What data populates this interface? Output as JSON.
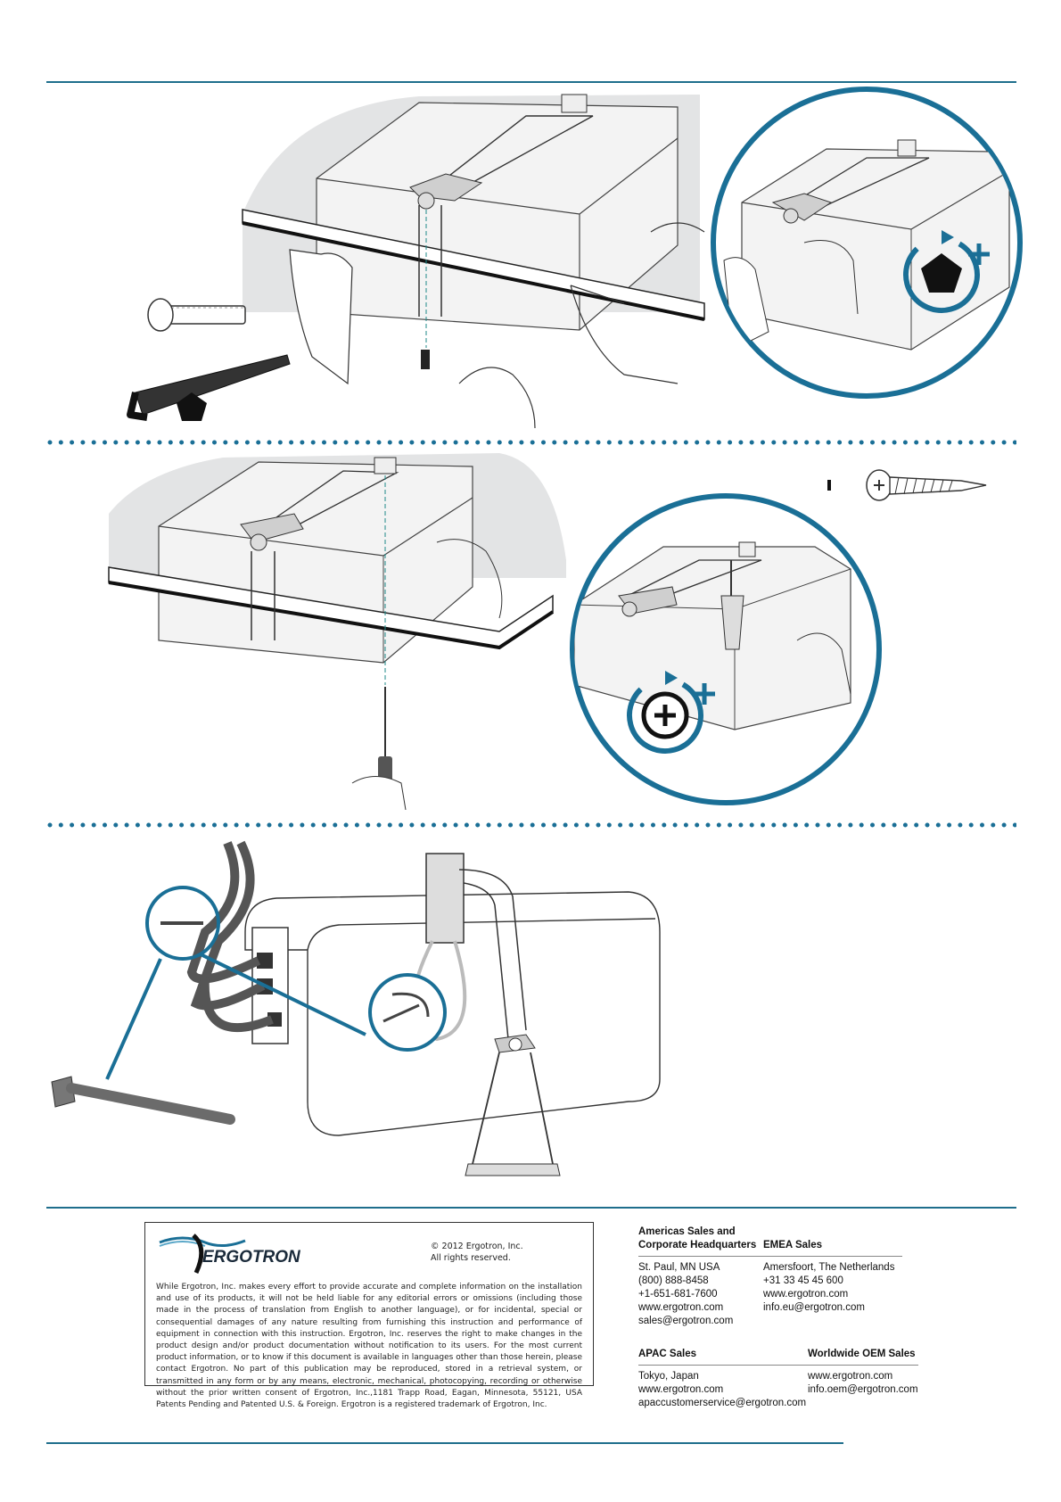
{
  "brand": {
    "logo_text": "ERGOTRON",
    "accent_color": "#1a6f96",
    "rule_color": "#1f6e8c"
  },
  "icons": {
    "step1_tool": "allen-key-pentagon-icon",
    "step1_rotate": "rotate-clockwise-plus-icon",
    "step2_tool": "phillips-screwdriver-icon",
    "step2_rotate": "rotate-clockwise-plus-icon"
  },
  "legal": {
    "copyright_line1": "© 2012 Ergotron, Inc.",
    "copyright_line2": "All rights reserved.",
    "disclaimer": "While Ergotron, Inc. makes every effort to provide accurate and complete information on the installation and use of its products, it will not be held liable for any editorial errors or omissions (including those made in the process of translation from English to another language), or for incidental, special or consequential damages of any nature resulting from furnishing this instruction and performance of equipment in connection with this instruction. Ergotron, Inc. reserves the right to make changes in the product design and/or product documentation without notification to its users. For the most current product information, or to know if this document is available in languages other than those herein, please contact Ergotron. No part of this publication may be reproduced, stored in a retrieval system, or transmitted in any form or by any means, electronic, mechanical, photocopying, recording or otherwise without the prior written consent of Ergotron, Inc.,1181 Trapp Road, Eagan, Minnesota, 55121, USA Patents Pending and Patented U.S. & Foreign. Ergotron is a registered trademark of Ergotron, Inc."
  },
  "contacts": {
    "americas": {
      "heading_line1": "Americas Sales and",
      "heading_line2": "Corporate Headquarters",
      "lines": [
        "St. Paul, MN USA",
        "(800) 888-8458",
        "+1-651-681-7600",
        "www.ergotron.com",
        "sales@ergotron.com"
      ]
    },
    "emea": {
      "heading": "EMEA Sales",
      "lines": [
        "Amersfoort, The Netherlands",
        "+31 33 45 45 600",
        "www.ergotron.com",
        "info.eu@ergotron.com"
      ]
    },
    "apac": {
      "heading": "APAC Sales",
      "lines": [
        "Tokyo, Japan",
        "www.ergotron.com",
        "apaccustomerservice@ergotron.com"
      ]
    },
    "oem": {
      "heading": "Worldwide OEM Sales",
      "lines": [
        "www.ergotron.com",
        "info.oem@ergotron.com"
      ]
    }
  }
}
